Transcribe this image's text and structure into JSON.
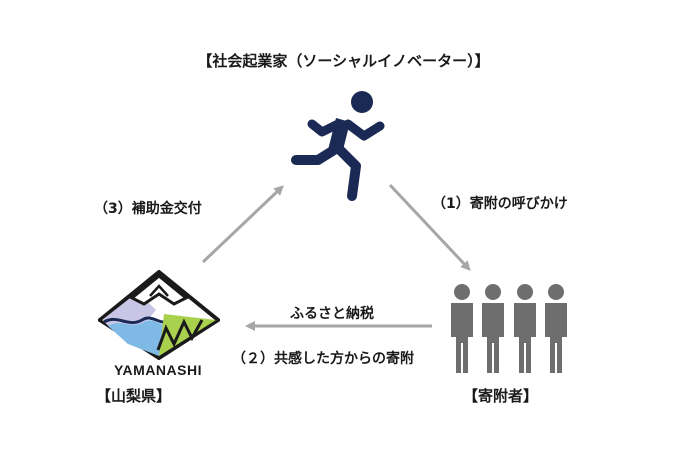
{
  "title": "【社会起業家（ソーシャルイノベーター）】",
  "steps": {
    "step1": "（1）寄附の呼びかけ",
    "step2": "（２）共感した方からの寄附",
    "step3": "（3）補助金交付",
    "furusato": "ふるさと納税"
  },
  "nodes": {
    "prefecture_label": "【山梨県】",
    "prefecture_brand": "YAMANASHI",
    "donor_label": "【寄附者】"
  },
  "colors": {
    "arrow": "#a6a6a6",
    "runner": "#1b2a54",
    "people": "#6e6e6e",
    "text": "#1a1a1a"
  },
  "icons": {
    "runner": "running-person-icon",
    "donors": "people-group-icon",
    "prefecture": "yamanashi-logo-icon"
  }
}
